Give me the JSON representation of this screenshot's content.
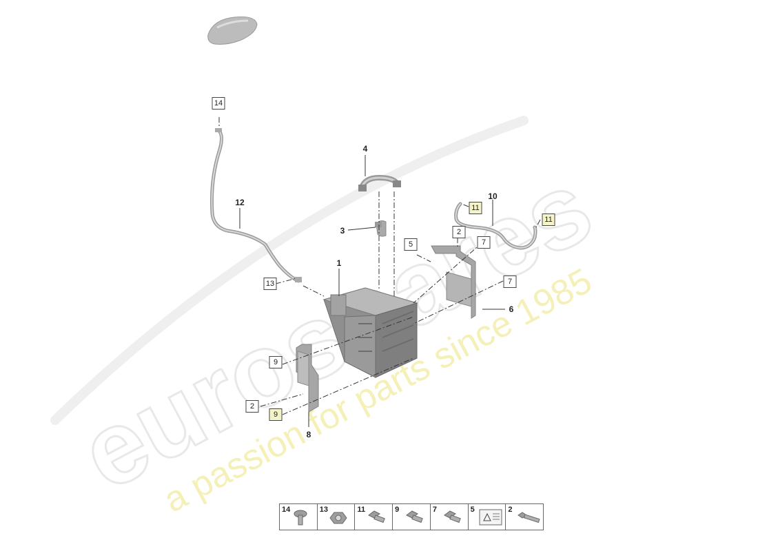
{
  "watermark": {
    "brand": "eurospares",
    "tagline": "a passion for parts since 1985"
  },
  "callouts": [
    "1",
    "3",
    "4",
    "6",
    "8",
    "10",
    "12"
  ],
  "boxed_labels": [
    "14",
    "13",
    "9",
    "2",
    "9",
    "5",
    "2",
    "7",
    "7",
    "11",
    "11"
  ],
  "legend": [
    {
      "num": "14",
      "icon": "bolt-icon"
    },
    {
      "num": "13",
      "icon": "nut-icon"
    },
    {
      "num": "11",
      "icon": "bolt-icon"
    },
    {
      "num": "9",
      "icon": "bolt-icon"
    },
    {
      "num": "7",
      "icon": "bolt-icon"
    },
    {
      "num": "5",
      "icon": "warning-label-icon"
    },
    {
      "num": "2",
      "icon": "screw-icon"
    }
  ]
}
